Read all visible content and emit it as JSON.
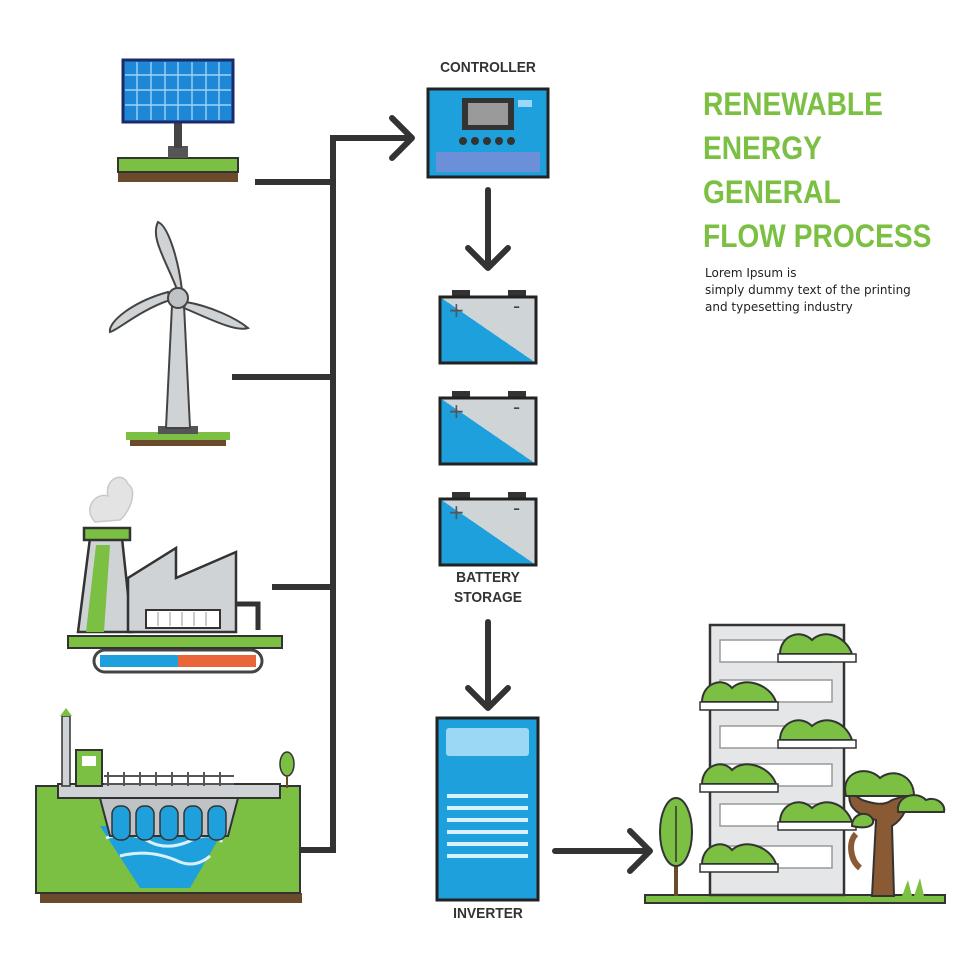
{
  "labels": {
    "controller": "CONTROLLER",
    "battery_line1": "BATTERY",
    "battery_line2": "STORAGE",
    "inverter": "INVERTER"
  },
  "title": {
    "lines": [
      "RENEWABLE",
      "ENERGY",
      "GENERAL",
      "FLOW PROCESS"
    ]
  },
  "description": {
    "lines": [
      "Lorem Ipsum is",
      "simply dummy text of the printing",
      "and typesetting industry"
    ]
  },
  "colors": {
    "accent_green": "#7bc043",
    "panel_blue": "#1ea0dc",
    "line_dark": "#333333"
  },
  "icons": {
    "solar": "solar-panel-icon",
    "wind": "wind-turbine-icon",
    "factory": "geothermal-plant-icon",
    "dam": "hydro-dam-icon",
    "controller": "charge-controller-icon",
    "battery": "battery-icon",
    "inverter": "inverter-icon",
    "building": "green-building-icon"
  }
}
